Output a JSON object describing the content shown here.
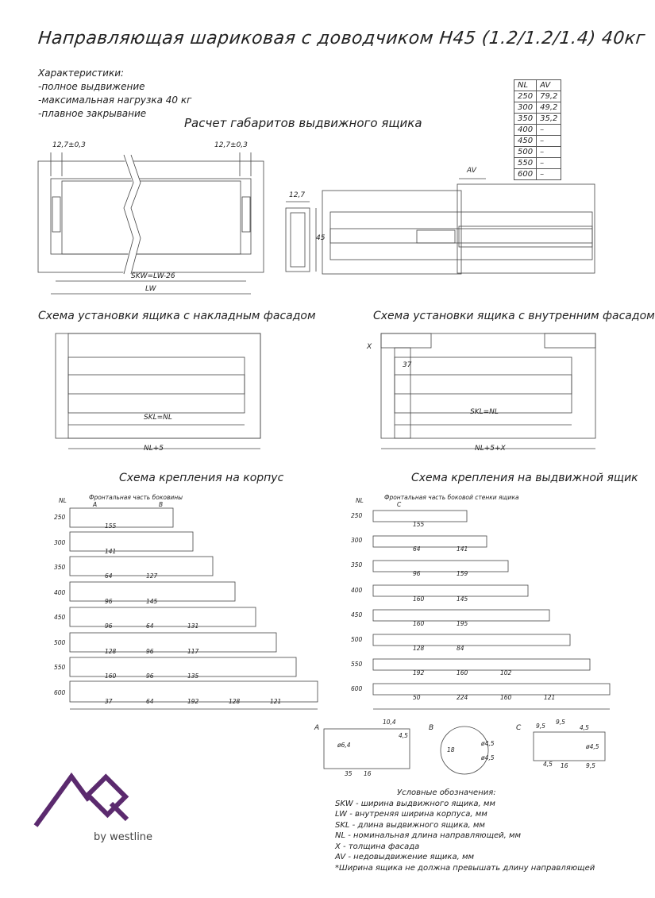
{
  "title": "Направляющая шариковая с доводчиком Н45 (1.2/1.2/1.4) 40кг",
  "characteristics": {
    "heading": "Характеристики:",
    "items": [
      "-полное выдвижение",
      "-максимальная нагрузка 40 кг",
      "-плавное закрывание"
    ]
  },
  "nl_av_table": {
    "headers": [
      "NL",
      "AV"
    ],
    "rows": [
      [
        "250",
        "79,2"
      ],
      [
        "300",
        "49,2"
      ],
      [
        "350",
        "35,2"
      ],
      [
        "400",
        "–"
      ],
      [
        "450",
        "–"
      ],
      [
        "500",
        "–"
      ],
      [
        "550",
        "–"
      ],
      [
        "600",
        "–"
      ]
    ]
  },
  "calc": {
    "title": "Расчет габаритов выдвижного ящика",
    "gap_left": "12,7±0,3",
    "gap_right": "12,7±0,3",
    "skw_formula": "SKW=LW-26",
    "lw": "LW",
    "rail_width": "12,7",
    "rail_height": "45",
    "av_label": "AV"
  },
  "overlay": {
    "title": "Схема установки ящика с накладным фасадом",
    "skl": "SKL=NL",
    "total": "NL+5"
  },
  "inner": {
    "title": "Схема установки ящика с внутренним фасадом",
    "x": "X",
    "offset": "37",
    "skl": "SKL=NL",
    "total": "NL+5+X"
  },
  "body_mount": {
    "title": "Схема крепления на корпус",
    "nl_label": "NL",
    "front_label": "Фронтальная часть боковины",
    "a": "A",
    "b": "B",
    "rows": [
      {
        "nl": "250",
        "dims": [
          "155"
        ]
      },
      {
        "nl": "300",
        "dims": [
          "141"
        ]
      },
      {
        "nl": "350",
        "dims": [
          "64",
          "127"
        ]
      },
      {
        "nl": "400",
        "dims": [
          "96",
          "145"
        ]
      },
      {
        "nl": "450",
        "dims": [
          "96",
          "64",
          "131"
        ]
      },
      {
        "nl": "500",
        "dims": [
          "128",
          "96",
          "117"
        ]
      },
      {
        "nl": "550",
        "dims": [
          "160",
          "96",
          "135"
        ]
      },
      {
        "nl": "600",
        "dims": [
          "37",
          "64",
          "192",
          "128",
          "121"
        ]
      }
    ]
  },
  "drawer_mount": {
    "title": "Схема крепления на выдвижной ящик",
    "nl_label": "NL",
    "front_label": "Фронтальная часть боковой стенки ящика",
    "c": "C",
    "rows": [
      {
        "nl": "250",
        "dims": [
          "155"
        ]
      },
      {
        "nl": "300",
        "dims": [
          "64",
          "141"
        ]
      },
      {
        "nl": "350",
        "dims": [
          "96",
          "159"
        ]
      },
      {
        "nl": "400",
        "dims": [
          "160",
          "145"
        ]
      },
      {
        "nl": "450",
        "dims": [
          "160",
          "195"
        ]
      },
      {
        "nl": "500",
        "dims": [
          "128",
          "84"
        ]
      },
      {
        "nl": "550",
        "dims": [
          "192",
          "160",
          "102"
        ]
      },
      {
        "nl": "600",
        "dims": [
          "50",
          "224",
          "160",
          "121"
        ]
      }
    ]
  },
  "details": {
    "a": {
      "label": "A",
      "d1": "10,4",
      "d2": "4,5",
      "d3": "ø6,4",
      "d4": "35",
      "d5": "16"
    },
    "b": {
      "label": "B",
      "d1": "18",
      "d2": "ø4,5",
      "d3": "ø4,5"
    },
    "c": {
      "label": "C",
      "d1": "9,5",
      "d2": "9,5",
      "d3": "4,5",
      "d4": "ø4,5",
      "d5": "4,5",
      "d6": "16",
      "d7": "9,5"
    }
  },
  "legend": {
    "heading": "Условные обозначения:",
    "items": [
      "SKW - ширина выдвижного ящика, мм",
      "LW - внутреняя ширина корпуса, мм",
      "SKL - длина выдвижного ящика, мм",
      "NL - номинальная длина направляющей, мм",
      "X - толщина фасада",
      "AV - недовыдвижение ящика, мм",
      "*Ширина ящика не должна превышать длину направляющей"
    ]
  },
  "logo": {
    "mark": "AQ",
    "tagline": "by westline",
    "color": "#5b2a6e"
  }
}
